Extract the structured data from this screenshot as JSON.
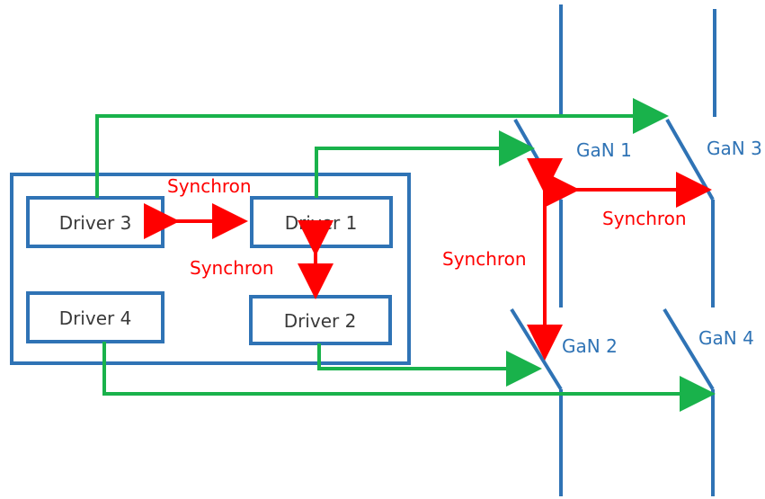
{
  "diagram": {
    "drivers": {
      "driver3": "Driver 3",
      "driver1": "Driver 1",
      "driver4": "Driver 4",
      "driver2": "Driver 2"
    },
    "switches": {
      "gan1": "GaN 1",
      "gan2": "GaN 2",
      "gan3": "GaN 3",
      "gan4": "GaN 4"
    },
    "sync_labels": {
      "top_drivers": "Synchron",
      "between_drivers": "Synchron",
      "gan_vertical": "Synchron",
      "gan_horizontal": "Synchron"
    },
    "colors": {
      "box_stroke": "#2f73b5",
      "wire": "#2f73b5",
      "signal_arrow": "#19b24b",
      "sync_arrow": "#ff0000"
    }
  }
}
